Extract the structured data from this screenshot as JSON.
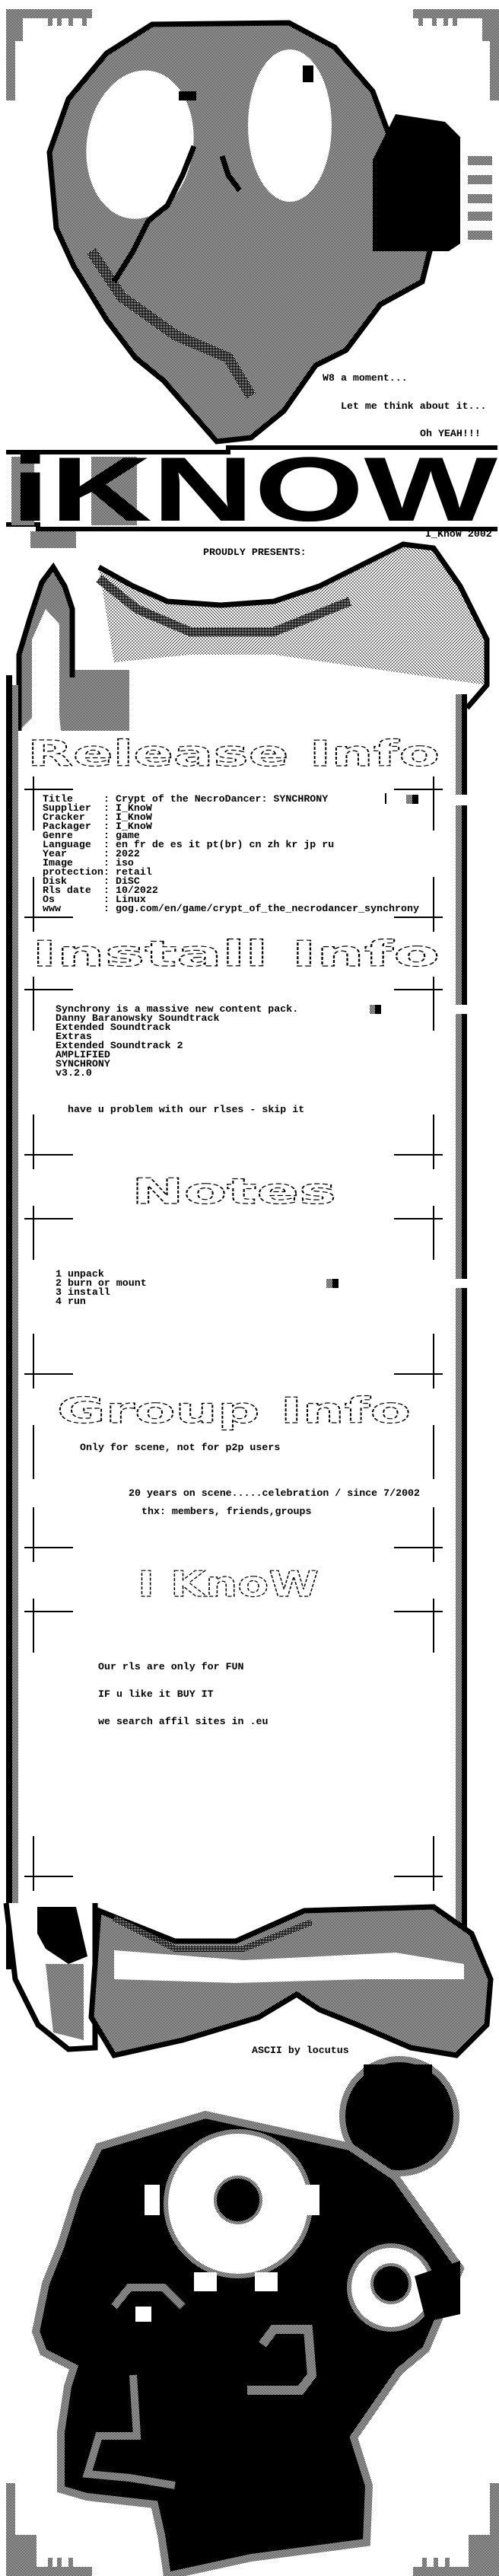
{
  "header": {
    "line1": "W8 a moment...",
    "line2": "Let me think about it...",
    "line3": "Oh YEAH!!!"
  },
  "logo": {
    "text": "iKNOW",
    "credit": "I_KnoW 2002"
  },
  "presents": "PROUDLY PRESENTS:",
  "sections": {
    "release_info": "Release Info",
    "install_info": "Install Info",
    "notes": "Notes",
    "group_info": "Group Info",
    "group_logo": "I KnoW"
  },
  "release": [
    {
      "label": "Title",
      "value": "Crypt of the NecroDancer: SYNCHRONY"
    },
    {
      "label": "Supplier",
      "value": "I_KnoW"
    },
    {
      "label": "Cracker",
      "value": "I_KnoW"
    },
    {
      "label": "Packager",
      "value": "I_KnoW"
    },
    {
      "label": "Genre",
      "value": "game"
    },
    {
      "label": "Language",
      "value": "en fr de es it pt(br) cn zh kr jp ru"
    },
    {
      "label": "Year",
      "value": "2022"
    },
    {
      "label": "Image",
      "value": "iso"
    },
    {
      "label": "protection",
      "value": "retail"
    },
    {
      "label": "Disk",
      "value": "DiSC"
    },
    {
      "label": "Rls date",
      "value": "10/2022"
    },
    {
      "label": "Os",
      "value": "Linux"
    },
    {
      "label": "www",
      "value": "gog.com/en/game/crypt_of_the_necrodancer_synchrony"
    }
  ],
  "install": {
    "lines": [
      "Synchrony is a massive new content pack.",
      "Danny Baranowsky Soundtrack",
      "Extended Soundtrack",
      "Extras",
      "Extended Soundtrack 2",
      "AMPLIFIED",
      "SYNCHRONY",
      "v3.2.0"
    ],
    "note": "have u problem with our rlses - skip it"
  },
  "notes": {
    "steps": [
      "1 unpack",
      "2 burn or mount",
      "3 install",
      "4 run"
    ]
  },
  "group": {
    "line1": "Only for scene, not for p2p users",
    "line2": "20 years on scene.....celebration / since 7/2002",
    "line3": "thx: members, friends,groups",
    "footer": [
      "Our rls are only for FUN",
      "IF u like it BUY IT",
      "we search affil sites in .eu"
    ]
  },
  "ascii_credit": "ASCII by locutus"
}
